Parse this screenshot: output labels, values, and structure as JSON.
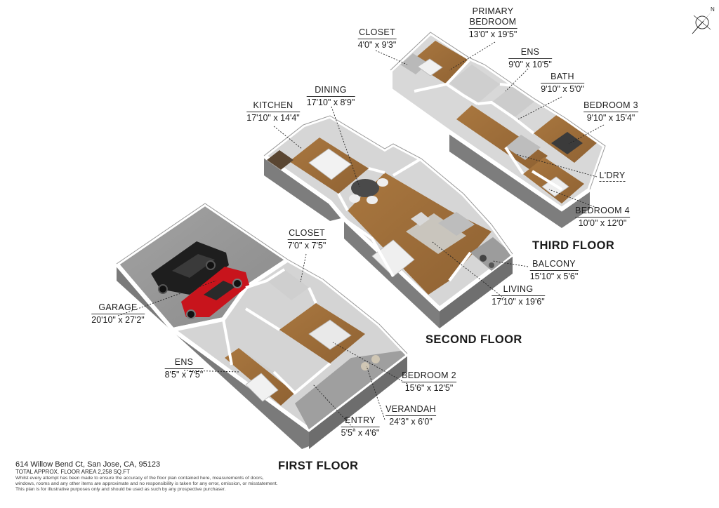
{
  "property": {
    "address": "614 Willow Bend Ct, San Jose, CA, 95123",
    "total_area": "TOTAL APPROX. FLOOR AREA 2,258 SQ.FT",
    "disclaimer_line1": "Whilst every attempt has been made to ensure the accuracy of the floor plan contained here, measurements of doors,",
    "disclaimer_line2": "windows, rooms and any other items are approximate and no responsibility is taken for any error, omission, or misstatement.",
    "disclaimer_line3": "This plan is for illustrative purposes only and should be used as such by any prospective purchaser."
  },
  "compass": {
    "label": "N"
  },
  "floors": {
    "first": "FIRST FLOOR",
    "second": "SECOND FLOOR",
    "third": "THIRD FLOOR"
  },
  "rooms": {
    "primary_bedroom": {
      "name1": "PRIMARY",
      "name2": "BEDROOM",
      "dims": "13'0\" x 19'5\""
    },
    "closet_third": {
      "name": "CLOSET",
      "dims": "4'0\" x 9'3\""
    },
    "ens_third": {
      "name": "ENS",
      "dims": "9'0\" x 10'5\""
    },
    "bath": {
      "name": "BATH",
      "dims": "9'10\" x 5'0\""
    },
    "bedroom3": {
      "name": "BEDROOM 3",
      "dims": "9'10\" x 15'4\""
    },
    "laundry": {
      "name": "L'DRY"
    },
    "bedroom4": {
      "name": "BEDROOM 4",
      "dims": "10'0\" x 12'0\""
    },
    "kitchen": {
      "name": "KITCHEN",
      "dims": "17'10\" x 14'4\""
    },
    "dining": {
      "name": "DINING",
      "dims": "17'10\" x 8'9\""
    },
    "closet_first": {
      "name": "CLOSET",
      "dims": "7'0\" x 7'5\""
    },
    "balcony": {
      "name": "BALCONY",
      "dims": "15'10\" x 5'6\""
    },
    "living": {
      "name": "LIVING",
      "dims": "17'10\" x 19'6\""
    },
    "garage": {
      "name": "GARAGE",
      "dims": "20'10\" x 27'2\""
    },
    "ens_first": {
      "name": "ENS",
      "dims": "8'5\" x 7'5\""
    },
    "bedroom2": {
      "name": "BEDROOM 2",
      "dims": "15'6\" x 12'5\""
    },
    "verandah": {
      "name": "VERANDAH",
      "dims": "24'3\" x 6'0\""
    },
    "entry": {
      "name": "ENTRY",
      "dims": "5'5\" x 4'6\""
    }
  },
  "colors": {
    "wood": "#a0703f",
    "wall": "#ffffff",
    "wall_side": "#8c8c8c",
    "concrete": "#9a9a9a",
    "tile": "#c9c9c9",
    "car_red": "#c8141c",
    "car_black": "#1e1e1e"
  }
}
